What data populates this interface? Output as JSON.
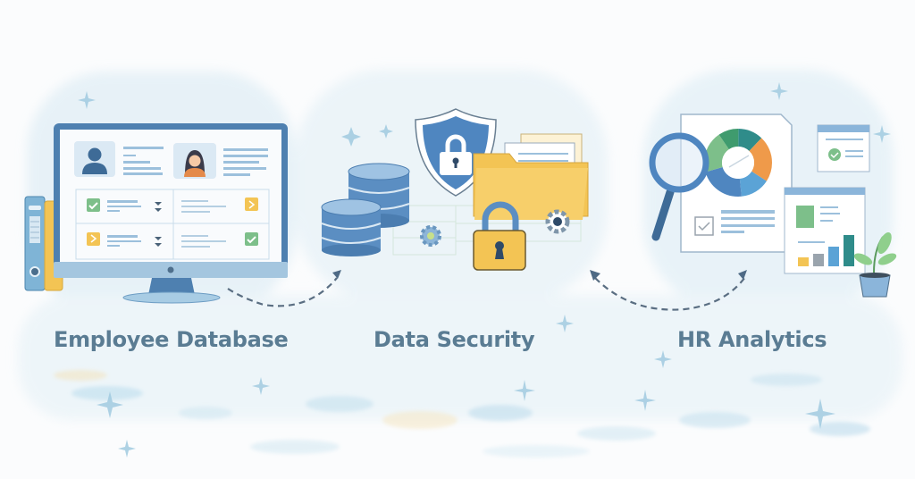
{
  "diagram": {
    "sections": [
      {
        "id": "employee-database",
        "label": "Employee Database",
        "icons": [
          "monitor-icon",
          "male-avatar-icon",
          "female-avatar-icon",
          "check-icon",
          "flag-icon",
          "binder-icon"
        ]
      },
      {
        "id": "data-security",
        "label": "Data Security",
        "icons": [
          "shield-lock-icon",
          "database-icon",
          "folder-icon",
          "padlock-icon",
          "gear-icon"
        ]
      },
      {
        "id": "hr-analytics",
        "label": "HR Analytics",
        "icons": [
          "magnifier-icon",
          "donut-chart-icon",
          "report-window-icon",
          "bar-chart-icon",
          "plant-icon"
        ]
      }
    ],
    "flow": [
      {
        "from": "employee-database",
        "to": "data-security",
        "style": "dashed-arrow"
      },
      {
        "from": "hr-analytics",
        "to": "data-security",
        "style": "dashed-arrow-bidirectional"
      }
    ]
  },
  "colors": {
    "label_text": "#5a7c93",
    "primary_blue": "#4f86c0",
    "dark_blue": "#3d6e9e",
    "light_blue": "#a9cbe6",
    "yellow": "#f3c454",
    "green": "#7dbf8a",
    "orange": "#ef9a4a",
    "teal": "#2f8c8a",
    "gray": "#9aa4ad",
    "background": "#fbfcfd"
  },
  "donut_segments": [
    {
      "color": "#2f8c8a",
      "value": 12
    },
    {
      "color": "#ef9a4a",
      "value": 22
    },
    {
      "color": "#5ba3d6",
      "value": 14
    },
    {
      "color": "#4f86c0",
      "value": 22
    },
    {
      "color": "#7dbf8a",
      "value": 20
    },
    {
      "color": "#3f9b6e",
      "value": 10
    }
  ],
  "bar_chart": {
    "values": [
      30,
      40,
      60,
      85
    ],
    "colors": [
      "#f3c454",
      "#9aa4ad",
      "#5ba3d6",
      "#2f8c8a"
    ]
  }
}
